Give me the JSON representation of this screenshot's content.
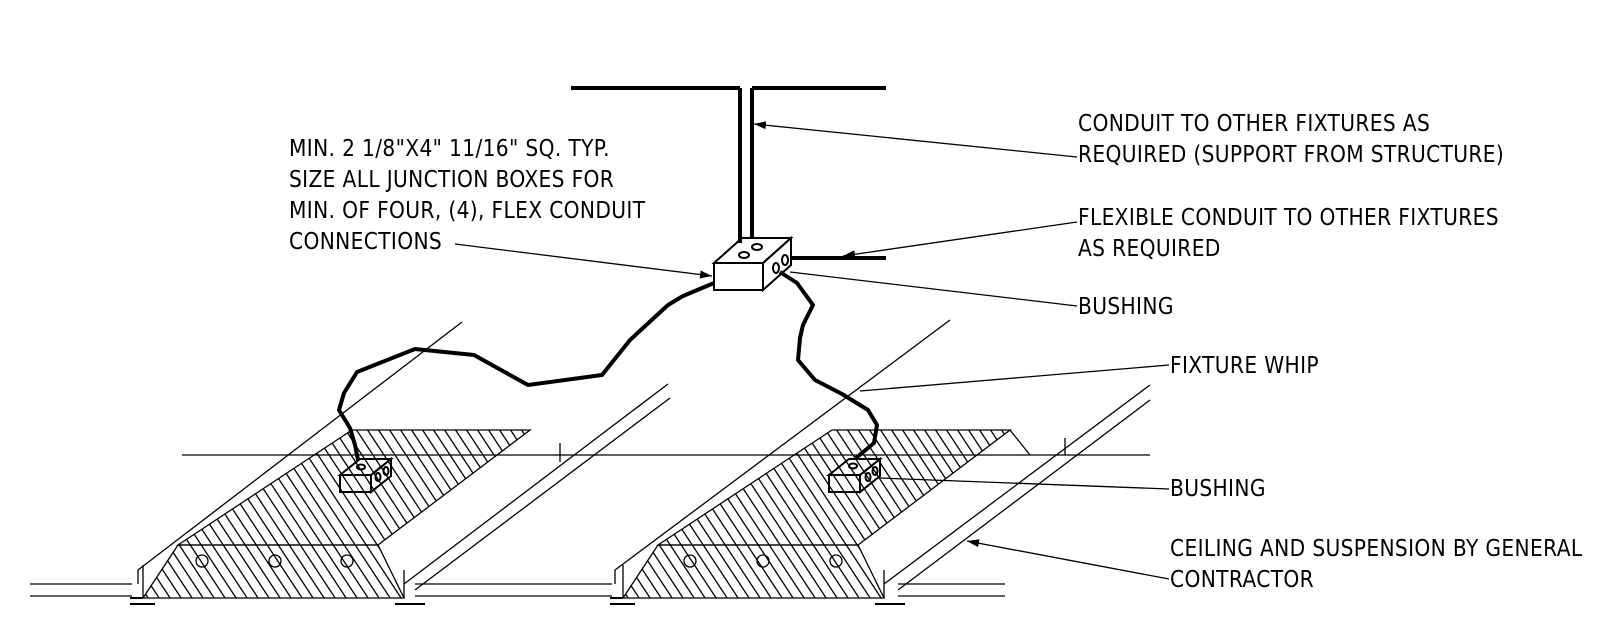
{
  "notes": {
    "junction_box": {
      "lines": [
        "MIN. 2 1/8\"X4\" 11/16\" SQ. TYP.",
        "SIZE ALL JUNCTION BOXES FOR",
        "MIN. OF FOUR, (4), FLEX CONDUIT",
        "CONNECTIONS"
      ]
    },
    "conduit": {
      "lines": [
        "CONDUIT TO OTHER FIXTURES AS",
        "REQUIRED (SUPPORT FROM STRUCTURE)"
      ]
    },
    "flexible_conduit": {
      "lines": [
        "FLEXIBLE CONDUIT TO OTHER FIXTURES",
        "AS REQUIRED"
      ]
    },
    "bushing_top": {
      "lines": [
        "BUSHING"
      ]
    },
    "fixture_whip": {
      "lines": [
        "FIXTURE WHIP"
      ]
    },
    "bushing_bottom": {
      "lines": [
        "BUSHING"
      ]
    },
    "ceiling": {
      "lines": [
        "CEILING AND SUSPENSION BY GENERAL",
        "CONTRACTOR"
      ]
    }
  }
}
